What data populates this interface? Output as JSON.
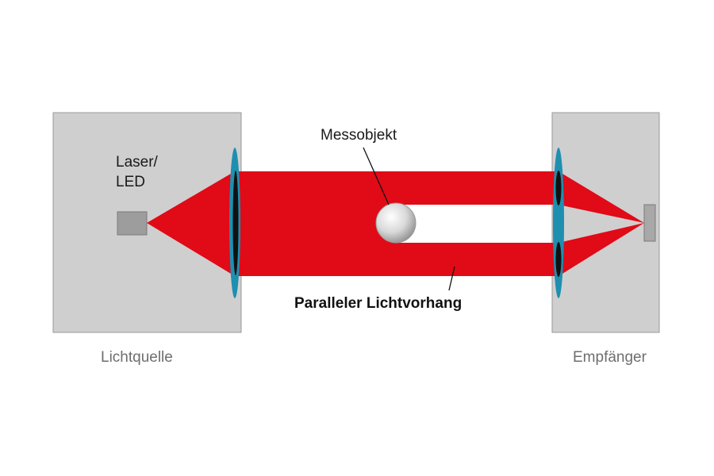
{
  "diagram": {
    "source_label_line1": "Laser/",
    "source_label_line2": "LED",
    "object_label": "Messobjekt",
    "curtain_label": "Paralleler Lichtvorhang",
    "source_box_label": "Lichtquelle",
    "receiver_box_label": "Empfänger"
  },
  "colors": {
    "housing_fill": "#cfcfcf",
    "housing_stroke": "#9a9a9a",
    "beam_red": "#e10a17",
    "lens_blue": "#1f8fb0",
    "lens_core": "#111111",
    "emitter_grey": "#9d9d9d",
    "object_sphere": "#d6d6d6"
  }
}
